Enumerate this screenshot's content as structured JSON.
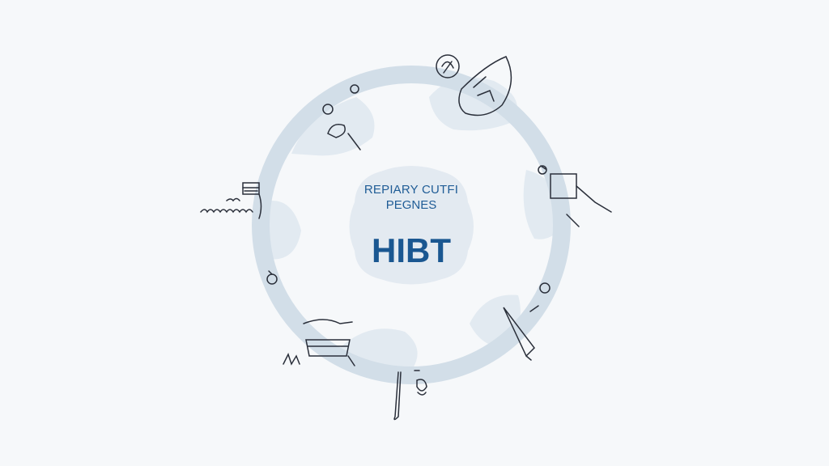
{
  "diagram": {
    "subtitle_line1": "REPIARY CUTFI",
    "subtitle_line2": "PEGNES",
    "title": "HIBT",
    "colors": {
      "ring": "#d2dee8",
      "blob": "#e2eaf1",
      "text": "#1a5791",
      "sketch": "#2a2f3a"
    },
    "sketch_icons": [
      "person-icon",
      "computer-icon",
      "pen-icon",
      "tools-icon",
      "desk-icon",
      "document-icon",
      "gear-icon",
      "globe-icon"
    ]
  }
}
